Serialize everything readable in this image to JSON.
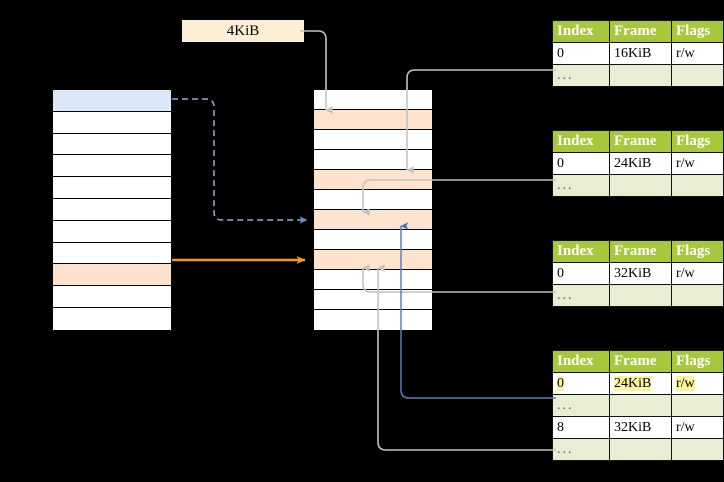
{
  "diagram": {
    "title": "4KiB",
    "label_chip": {
      "text": "4KiB"
    },
    "colors": {
      "header_green": "#a8c83c",
      "dots_row": "#e8eed3",
      "highlight_yellow": "#fbf59b",
      "blue_row": "#dbe8f8",
      "peach_row": "#fce3cd",
      "orange_arrow": "#f0a000",
      "blue_arrow": "#5b7fbe",
      "gray_arrow": "#bbbbbb"
    },
    "left_table": {
      "name": "left-memory-table",
      "rows": [
        {
          "fill": "blue",
          "label": ""
        },
        {
          "fill": "white",
          "label": ""
        },
        {
          "fill": "white",
          "label": ""
        },
        {
          "fill": "white",
          "label": ""
        },
        {
          "fill": "white",
          "label": ""
        },
        {
          "fill": "white",
          "label": ""
        },
        {
          "fill": "white",
          "label": ""
        },
        {
          "fill": "white",
          "label": ""
        },
        {
          "fill": "peach",
          "label": ""
        },
        {
          "fill": "white",
          "label": ""
        },
        {
          "fill": "white",
          "label": ""
        }
      ]
    },
    "middle_table": {
      "name": "middle-memory-table",
      "rows": [
        {
          "fill": "white",
          "label": ""
        },
        {
          "fill": "peach",
          "label": ""
        },
        {
          "fill": "white",
          "label": ""
        },
        {
          "fill": "white",
          "label": ""
        },
        {
          "fill": "peach",
          "label": ""
        },
        {
          "fill": "white",
          "label": ""
        },
        {
          "fill": "peach",
          "label": ""
        },
        {
          "fill": "white",
          "label": ""
        },
        {
          "fill": "peach",
          "label": ""
        },
        {
          "fill": "white",
          "label": ""
        },
        {
          "fill": "white",
          "label": ""
        },
        {
          "fill": "white",
          "label": ""
        }
      ]
    },
    "page_tables": [
      {
        "name": "page-table-1",
        "headers": [
          "Index",
          "Frame",
          "Flags"
        ],
        "rows": [
          {
            "cells": [
              "0",
              "16KiB",
              "r/w"
            ],
            "kind": "data",
            "highlight": [
              false,
              false,
              false
            ]
          },
          {
            "cells": [
              "...",
              "",
              ""
            ],
            "kind": "dots",
            "highlight": [
              false,
              false,
              false
            ]
          }
        ]
      },
      {
        "name": "page-table-2",
        "headers": [
          "Index",
          "Frame",
          "Flags"
        ],
        "rows": [
          {
            "cells": [
              "0",
              "24KiB",
              "r/w"
            ],
            "kind": "data",
            "highlight": [
              false,
              false,
              false
            ]
          },
          {
            "cells": [
              "...",
              "",
              ""
            ],
            "kind": "dots",
            "highlight": [
              false,
              false,
              false
            ]
          }
        ]
      },
      {
        "name": "page-table-3",
        "headers": [
          "Index",
          "Frame",
          "Flags"
        ],
        "rows": [
          {
            "cells": [
              "0",
              "32KiB",
              "r/w"
            ],
            "kind": "data",
            "highlight": [
              false,
              false,
              false
            ]
          },
          {
            "cells": [
              "...",
              "",
              ""
            ],
            "kind": "dots",
            "highlight": [
              false,
              false,
              false
            ]
          }
        ]
      },
      {
        "name": "page-table-4",
        "headers": [
          "Index",
          "Frame",
          "Flags"
        ],
        "rows": [
          {
            "cells": [
              "0",
              "24KiB",
              "r/w"
            ],
            "kind": "data",
            "highlight": [
              true,
              true,
              true
            ]
          },
          {
            "cells": [
              "...",
              "",
              ""
            ],
            "kind": "dots",
            "highlight": [
              false,
              false,
              false
            ]
          },
          {
            "cells": [
              "8",
              "32KiB",
              "r/w"
            ],
            "kind": "data",
            "highlight": [
              false,
              false,
              false
            ]
          },
          {
            "cells": [
              "...",
              "",
              ""
            ],
            "kind": "dots",
            "highlight": [
              false,
              false,
              false
            ]
          }
        ]
      }
    ]
  }
}
